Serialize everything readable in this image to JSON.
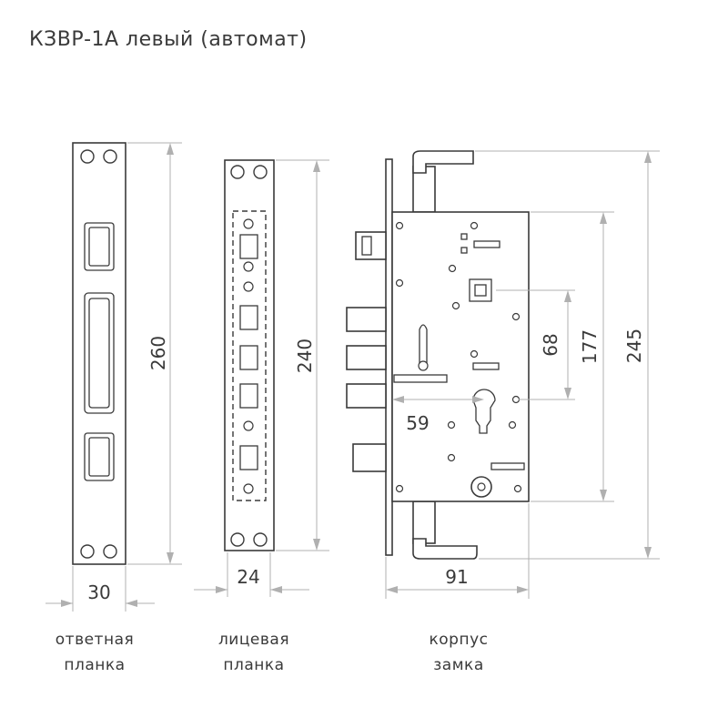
{
  "title": "КЗВР-1А левый (автомат)",
  "dimensions": {
    "strike_plate_height": "260",
    "strike_plate_width": "30",
    "face_plate_height": "240",
    "face_plate_width": "24",
    "body_width": "91",
    "body_height": "177",
    "backset": "59",
    "center_distance": "68",
    "total_height": "245"
  },
  "captions": {
    "strike_line1": "ответная",
    "strike_line2": "планка",
    "face_line1": "лицевая",
    "face_line2": "планка",
    "body_line1": "корпус",
    "body_line2": "замка"
  }
}
